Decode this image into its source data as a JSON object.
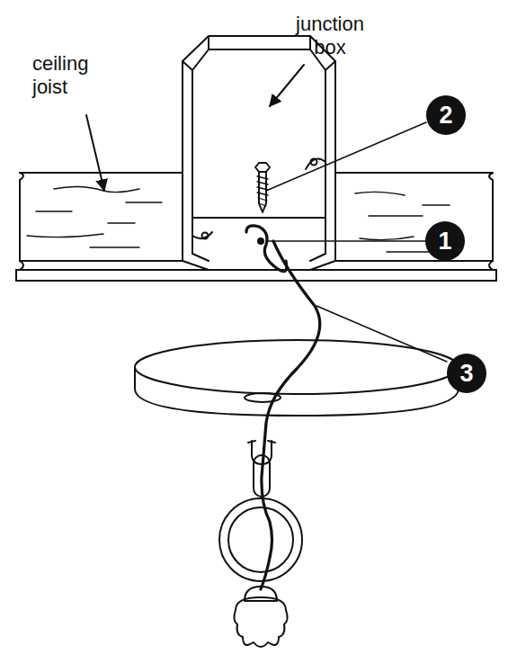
{
  "diagram": {
    "labels": [
      "ceiling joist",
      "junction box",
      "2",
      "1",
      "3"
    ]
  }
}
